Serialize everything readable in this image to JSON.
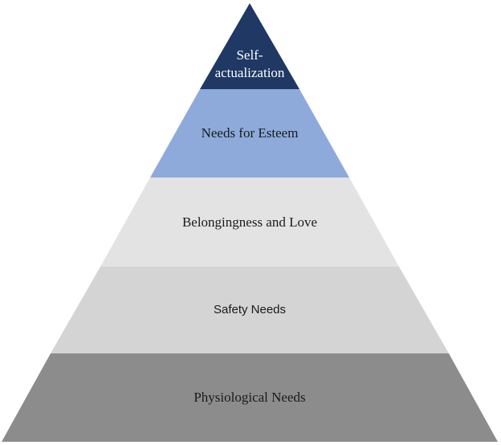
{
  "diagram": {
    "levels": [
      {
        "label_lines": [
          "Self-",
          "actualization"
        ],
        "fill": "#1f3864",
        "text_color": "#ffffff"
      },
      {
        "label_lines": [
          "Needs for Esteem"
        ],
        "fill": "#8eaadb",
        "text_color": "#1a1a1a"
      },
      {
        "label_lines": [
          "Belongingness and Love"
        ],
        "fill": "#e3e3e3",
        "text_color": "#1a1a1a"
      },
      {
        "label_lines": [
          "Safety Needs"
        ],
        "fill": "#d4d4d4",
        "text_color": "#1a1a1a"
      },
      {
        "label_lines": [
          "Physiological Needs"
        ],
        "fill": "#8c8c8c",
        "text_color": "#1a1a1a"
      }
    ]
  }
}
